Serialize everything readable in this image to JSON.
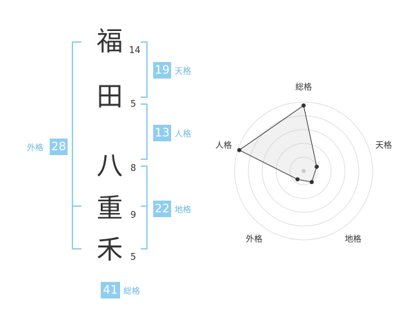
{
  "name_chars": [
    {
      "char": "福",
      "strokes": "14"
    },
    {
      "char": "田",
      "strokes": "5"
    },
    {
      "char": "八",
      "strokes": "8"
    },
    {
      "char": "重",
      "strokes": "9"
    },
    {
      "char": "禾",
      "strokes": "5"
    }
  ],
  "scores": {
    "tenkaku": {
      "value": "19",
      "label": "天格"
    },
    "jinkaku": {
      "value": "13",
      "label": "人格"
    },
    "chikaku": {
      "value": "22",
      "label": "地格"
    },
    "gaikaku": {
      "value": "28",
      "label": "外格"
    },
    "soukaku": {
      "value": "41",
      "label": "総格"
    }
  },
  "colors": {
    "accent": "#8fcdf0",
    "label": "#6cb8e3",
    "text": "#333333"
  },
  "chart_data": {
    "type": "radar",
    "axes": [
      "総格",
      "天格",
      "地格",
      "外格",
      "人格"
    ],
    "values": [
      0.95,
      0.2,
      0.2,
      0.15,
      0.98
    ],
    "range": [
      0,
      1
    ],
    "grid": true,
    "grid_rings": 5
  }
}
